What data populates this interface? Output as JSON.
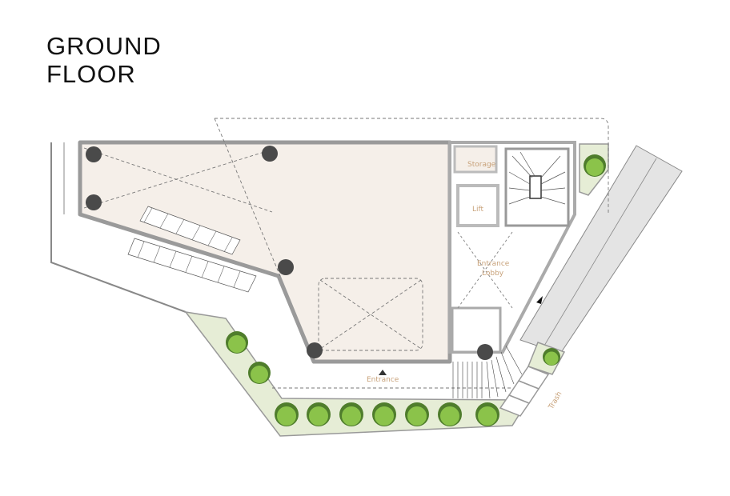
{
  "title": {
    "line1": "GROUND",
    "line2": "FLOOR"
  },
  "rooms": {
    "storage": "Storage",
    "lift": "Lift",
    "lobby_line1": "Entrance",
    "lobby_line2": "Lobby",
    "entrance": "Entrance",
    "trash": "Trash"
  },
  "colors": {
    "floor": "#f5efe9",
    "wall": "#bfbfbf",
    "planter": "#e6edd6",
    "tree": "#8bc34a",
    "tree_dark": "#4f7d2c",
    "column": "#4a4a4a",
    "label": "#c8a27a"
  }
}
